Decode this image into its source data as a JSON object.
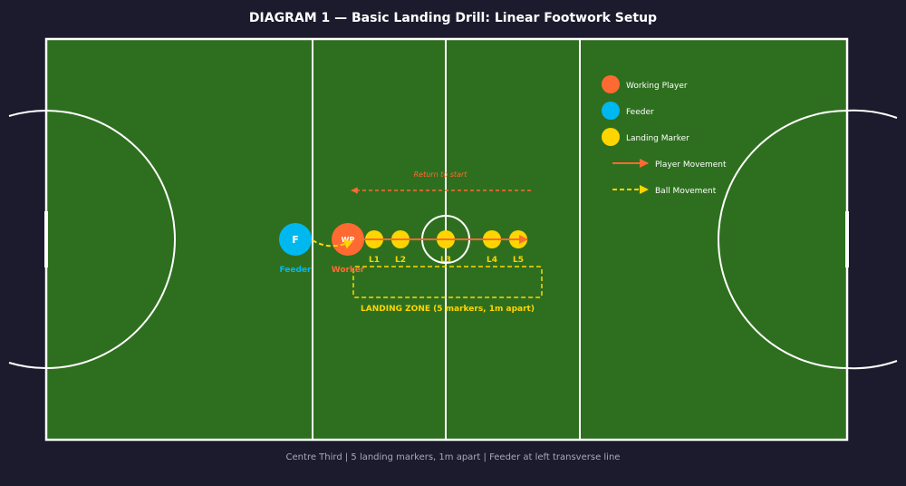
{
  "title": "DIAGRAM 1 — Basic Landing Drill: Linear Footwork Setup",
  "caption": "Centre Third | 5 landing markers, 1m apart | Feeder at left transverse line",
  "colors": {
    "background": "#1b1b2d",
    "court": "#2e6f1f",
    "lines": "#ffffff",
    "working_player": "#ff6a33",
    "feeder": "#00b8f0",
    "landing_marker": "#ffd500",
    "caption_text": "#a8a8b8"
  },
  "players": {
    "feeder": {
      "token": "F",
      "label": "Feeder"
    },
    "worker": {
      "token": "WP",
      "label": "Worker"
    }
  },
  "markers": [
    {
      "label": "L1"
    },
    {
      "label": "L2"
    },
    {
      "label": "L3"
    },
    {
      "label": "L4"
    },
    {
      "label": "L5"
    }
  ],
  "annotations": {
    "return_label": "Return to start",
    "zone_label": "LANDING ZONE (5 markers, 1m apart)"
  },
  "legend": [
    {
      "type": "circle",
      "color": "#ff6a33",
      "icon": "working-player-icon",
      "label": "Working Player"
    },
    {
      "type": "circle",
      "color": "#00b8f0",
      "icon": "feeder-icon",
      "label": "Feeder"
    },
    {
      "type": "circle",
      "color": "#ffd500",
      "icon": "landing-marker-icon",
      "label": "Landing Marker"
    },
    {
      "type": "arrow-solid",
      "color": "#ff6a33",
      "icon": "player-movement-arrow-icon",
      "label": "Player Movement"
    },
    {
      "type": "arrow-dashed",
      "color": "#ffd500",
      "icon": "ball-movement-arrow-icon",
      "label": "Ball Movement"
    }
  ]
}
